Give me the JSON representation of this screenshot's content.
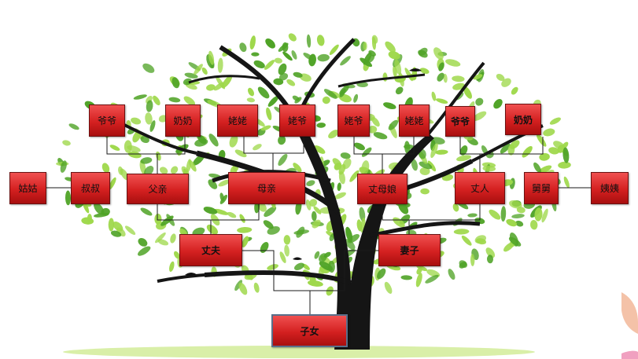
{
  "family_tree": {
    "grandparents_husband_side": {
      "paternal_grandpa": "爷爷",
      "paternal_grandma": "奶奶",
      "maternal_grandma": "姥姥",
      "maternal_grandpa": "姥爷"
    },
    "grandparents_wife_side": {
      "maternal_grandpa": "姥爷",
      "maternal_grandma": "姥姥",
      "paternal_grandpa": "爷爷",
      "paternal_grandma": "奶奶"
    },
    "parents_row": {
      "aunt": "姑姑",
      "uncle": "叔叔",
      "father": "父亲",
      "mother": "母亲",
      "mother_in_law": "丈母娘",
      "father_in_law": "丈人",
      "maternal_uncle": "舅舅",
      "maternal_aunt": "姨姨"
    },
    "couple": {
      "husband": "丈夫",
      "wife": "妻子"
    },
    "children": "子女"
  },
  "colors": {
    "node_fill": "#d42020",
    "connector": "#1a1a1a",
    "leaf_light": "#9ed84a",
    "leaf_dark": "#4fa326",
    "trunk": "#151515"
  }
}
